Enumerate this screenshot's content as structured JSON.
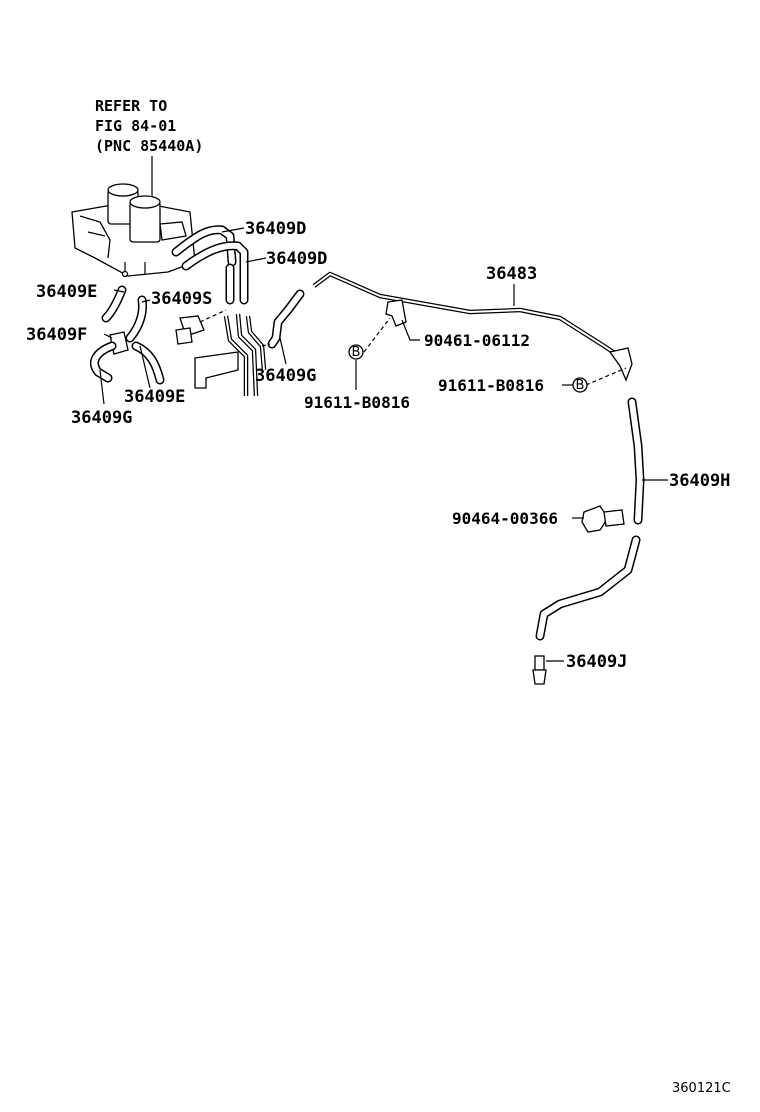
{
  "reference_note": {
    "line1": "REFER TO",
    "line2": "FIG 84-01",
    "line3": "(PNC 85440A)"
  },
  "labels": {
    "p36409D_a": "36409D",
    "p36409D_b": "36409D",
    "p36409E_a": "36409E",
    "p36409S": "36409S",
    "p36409F": "36409F",
    "p36409E_b": "36409E",
    "p36409G_a": "36409G",
    "p36409G_b": "36409G",
    "p36483": "36483",
    "p90461": "90461-06112",
    "p91611_a": "91611-B0816",
    "p91611_b": "91611-B0816",
    "p36409H": "36409H",
    "p90464": "90464-00366",
    "p36409J": "36409J"
  },
  "bolt_marker": "B",
  "diagram_code": "360121C"
}
